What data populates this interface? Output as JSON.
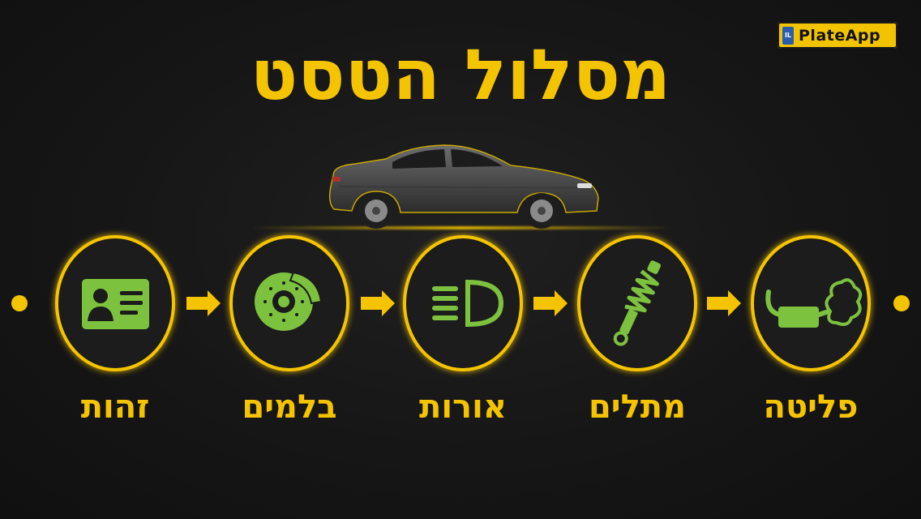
{
  "title": "מסלול הטסט",
  "logo": {
    "text": "PlateApp",
    "badge": "IL"
  },
  "colors": {
    "accent": "#f5c400",
    "icon": "#7dc23f",
    "background": "#151515"
  },
  "steps": [
    {
      "label": "זהות",
      "icon": "id-card-icon"
    },
    {
      "label": "בלמים",
      "icon": "brake-disc-icon"
    },
    {
      "label": "אורות",
      "icon": "headlight-icon"
    },
    {
      "label": "מתלים",
      "icon": "shock-absorber-icon"
    },
    {
      "label": "פליטה",
      "icon": "exhaust-icon"
    }
  ]
}
